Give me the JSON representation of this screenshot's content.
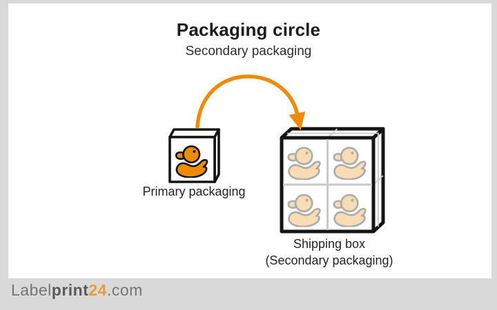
{
  "header": {
    "title": "Packaging circle",
    "subtitle": "Secondary packaging"
  },
  "diagram": {
    "primary_box_label": "Primary packaging",
    "shipping_box_label_line1": "Shipping box",
    "shipping_box_label_line2": "(Secondary packaging)",
    "primary_duck_count": 1,
    "shipping_duck_count": 4
  },
  "footer_logo": {
    "part1": "Label",
    "part2": "print",
    "part3": "24",
    "part4": ".com"
  },
  "colors": {
    "page_gray": "#d9d9d9",
    "canvas_white": "#ffffff",
    "arrow_orange": "#f08a00",
    "duck_orange": "#f08a00",
    "faded_duck_fill": "#f8dcb4",
    "faded_duck_outline": "#adadad",
    "outline_black": "#141414",
    "grid_gray": "#c9c9c9",
    "logo_gray": "#757575",
    "logo_bold_gray": "#5a5a5a",
    "logo_orange": "#ed9b33",
    "text_black": "#1d1d1d"
  }
}
